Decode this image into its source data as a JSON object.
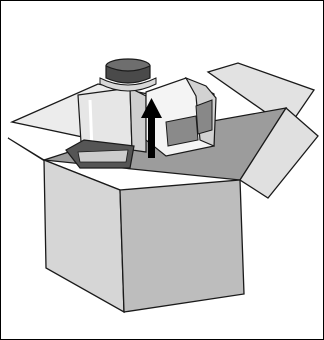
{
  "figure": {
    "border_color": "#000000",
    "background": "#ffffff",
    "box_colors": {
      "front": "#d6d6d6",
      "side": "#bdbdbd",
      "interior": "#9c9c9c",
      "flap_light": "#ececec",
      "flap_mid": "#dcdcdc"
    },
    "items": [
      {
        "name": "water-tank",
        "color": "#e6e6e6"
      },
      {
        "name": "tank-lid",
        "color": "#5a5a5a"
      },
      {
        "name": "appliance-body",
        "color": "#f2f2f2"
      }
    ],
    "arrow": {
      "direction": "up",
      "color": "#000000",
      "meaning": "lift-out"
    }
  }
}
